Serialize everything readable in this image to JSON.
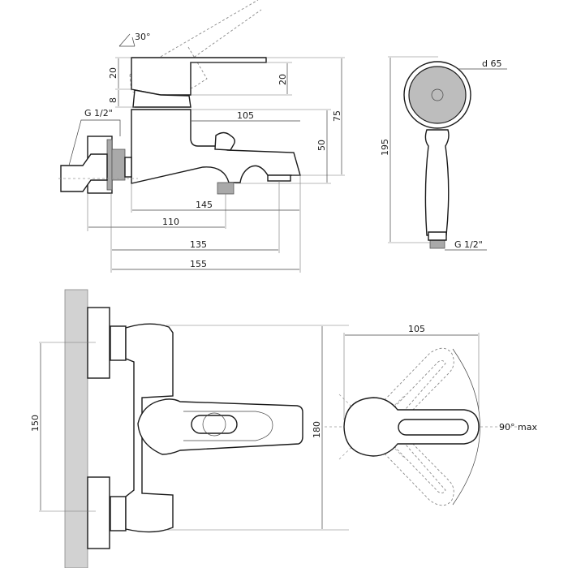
{
  "title": "Bath mixer technical drawing",
  "side_view": {
    "lever_angle": "30°",
    "lever_height": "20",
    "cartridge_height": "8",
    "lever_depth": "20",
    "total_height": "75",
    "spout_reach": "105",
    "spout_height": "50",
    "inlet_thread": "G 1/2\"",
    "length_145": "145",
    "length_110": "110",
    "length_135": "135",
    "length_155": "155"
  },
  "hand_shower": {
    "head_diameter": "d 65",
    "length": "195",
    "thread": "G 1/2\""
  },
  "front_view": {
    "inlet_spacing": "150",
    "body_height": "180"
  },
  "lever_top_view": {
    "lever_length": "105",
    "rotation": "90° max"
  }
}
